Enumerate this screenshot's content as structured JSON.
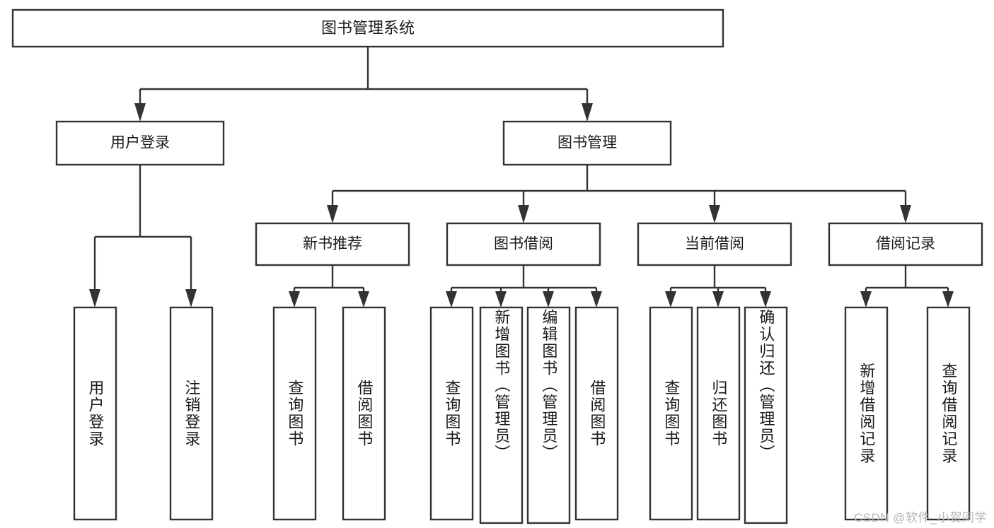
{
  "diagram": {
    "type": "tree",
    "title": "图书管理系统",
    "watermark": "CSDN @软件_小贺同学",
    "levels": {
      "root": {
        "label": "图书管理系统"
      },
      "level2": [
        {
          "id": "user-login",
          "label": "用户登录"
        },
        {
          "id": "book-manage",
          "label": "图书管理"
        }
      ],
      "level3": [
        {
          "id": "new-book-recommend",
          "label": "新书推荐",
          "parent": "book-manage"
        },
        {
          "id": "book-borrow",
          "label": "图书借阅",
          "parent": "book-manage"
        },
        {
          "id": "current-borrow",
          "label": "当前借阅",
          "parent": "book-manage"
        },
        {
          "id": "borrow-record",
          "label": "借阅记录",
          "parent": "book-manage"
        }
      ],
      "leaves": [
        {
          "id": "leaf-user-login",
          "label": "用户登录",
          "parent": "user-login"
        },
        {
          "id": "leaf-logout",
          "label": "注销登录",
          "parent": "user-login"
        },
        {
          "id": "leaf-query-book-1",
          "label": "查询图书",
          "parent": "new-book-recommend"
        },
        {
          "id": "leaf-borrow-book-1",
          "label": "借阅图书",
          "parent": "new-book-recommend"
        },
        {
          "id": "leaf-query-book-2",
          "label": "查询图书",
          "parent": "book-borrow"
        },
        {
          "id": "leaf-add-book",
          "label": "新增图书（管理员）",
          "parent": "book-borrow"
        },
        {
          "id": "leaf-edit-book",
          "label": "编辑图书（管理员）",
          "parent": "book-borrow"
        },
        {
          "id": "leaf-borrow-book-2",
          "label": "借阅图书",
          "parent": "book-borrow"
        },
        {
          "id": "leaf-query-book-3",
          "label": "查询图书",
          "parent": "current-borrow"
        },
        {
          "id": "leaf-return-book",
          "label": "归还图书",
          "parent": "current-borrow"
        },
        {
          "id": "leaf-confirm-return",
          "label": "确认归还（管理员）",
          "parent": "current-borrow"
        },
        {
          "id": "leaf-add-record",
          "label": "新增借阅记录",
          "parent": "borrow-record"
        },
        {
          "id": "leaf-query-record",
          "label": "查询借阅记录",
          "parent": "borrow-record"
        }
      ]
    },
    "colors": {
      "box_stroke": "#333333",
      "box_fill": "#ffffff",
      "text": "#1a1a1a",
      "background": "#ffffff",
      "watermark": "#b8b8b8"
    }
  }
}
